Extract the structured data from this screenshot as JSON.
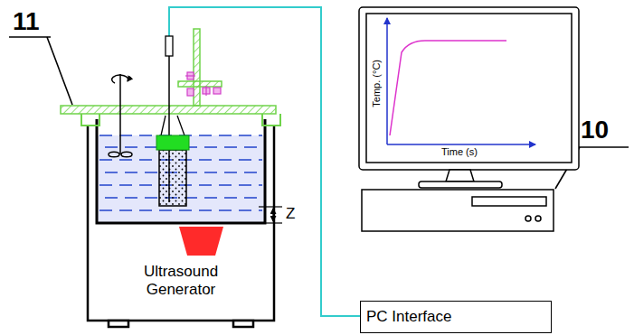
{
  "diagram": {
    "nodes": [
      {
        "text": [
          "Ultrasound Generator"
        ]
      },
      {
        "text": [
          "PC Interface"
        ]
      }
    ],
    "labels": [
      "11",
      "10",
      "Z",
      "Temp. (°C)",
      "Time (s)"
    ]
  }
}
